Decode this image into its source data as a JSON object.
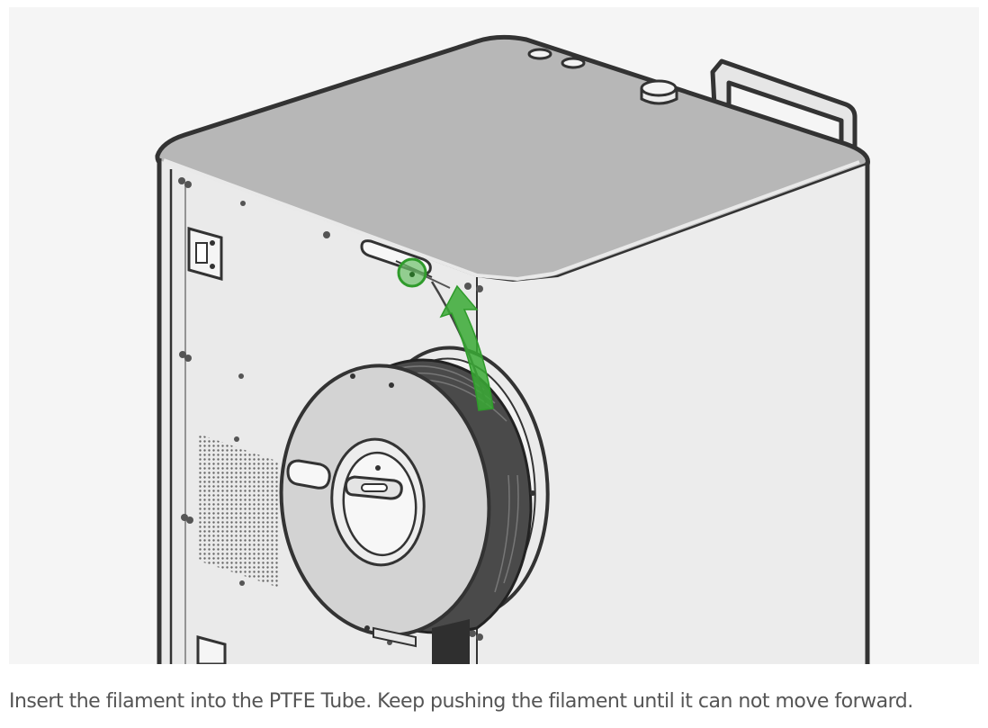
{
  "caption": "Insert the filament into the PTFE Tube. Keep pushing the filament until it can not move forward.",
  "colors": {
    "panel_background": "#f5f5f5",
    "printer_body": "#e8e8e8",
    "printer_top": "#b5b5b5",
    "outline": "#333333",
    "spool": "#d2d2d2",
    "filament_coil": "#4a4a4a",
    "highlight_green": "#3aaa35",
    "caption_text": "#555555"
  },
  "icons": [
    "printer-illustration",
    "filament-spool",
    "ptfe-tube-inlet",
    "insert-direction-arrow"
  ]
}
